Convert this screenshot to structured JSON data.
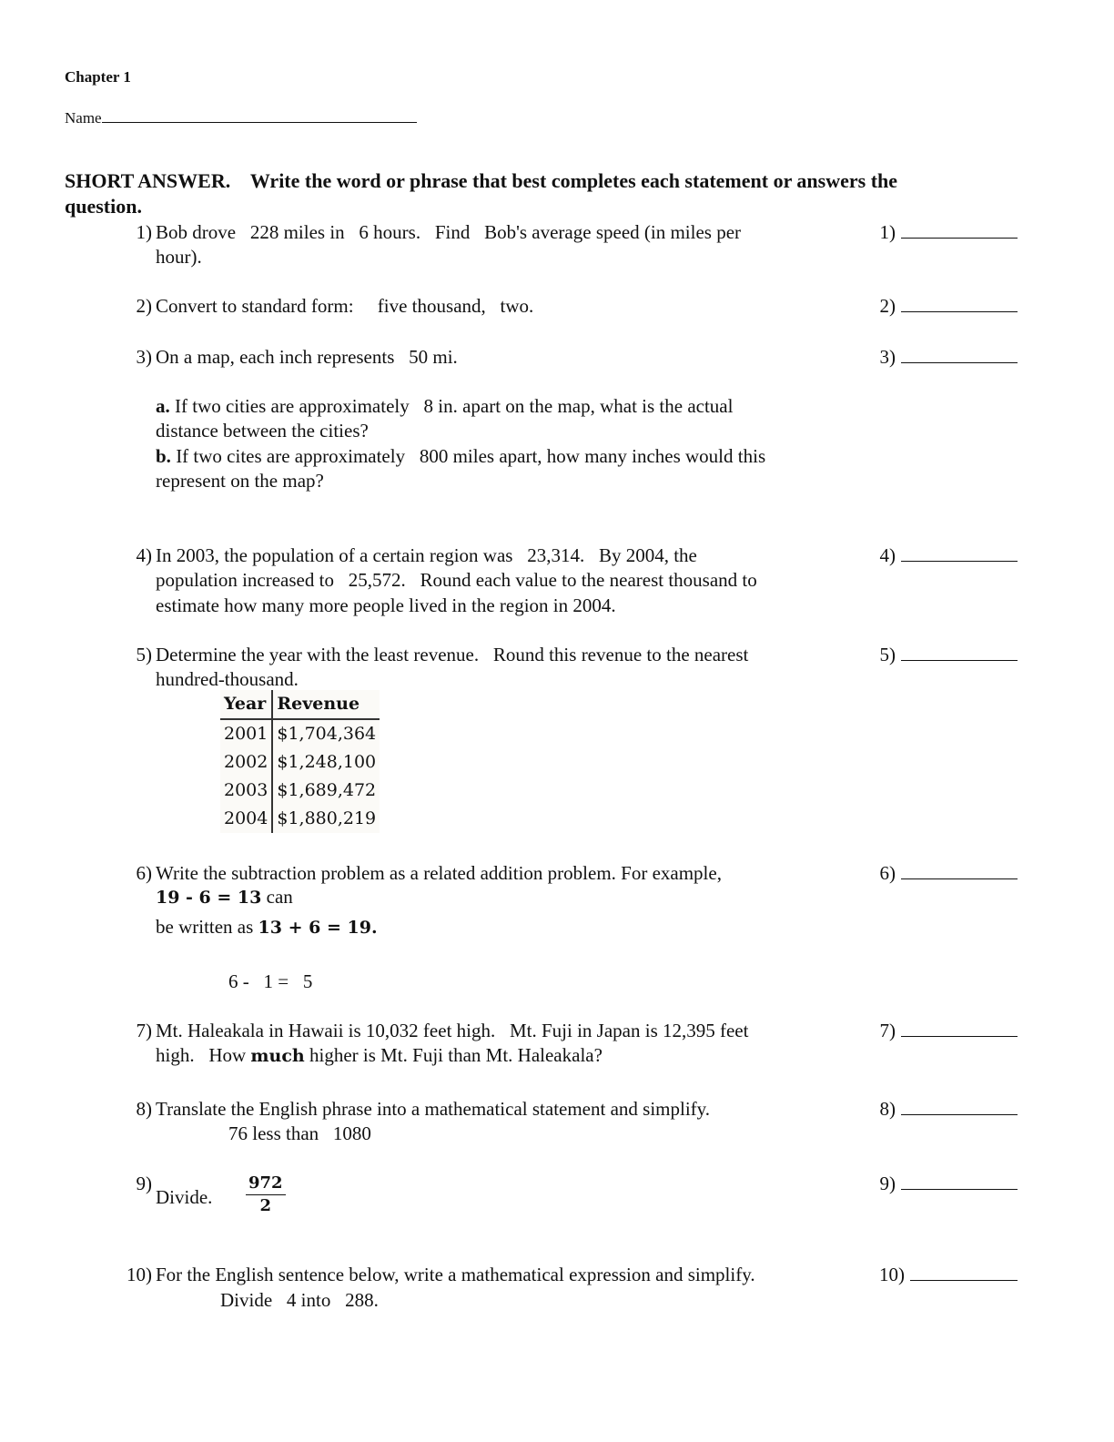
{
  "header": {
    "chapter": "Chapter 1",
    "name_label": "Name"
  },
  "section": {
    "heading_bold": "SHORT ANSWER.",
    "instructions_1": "Write the word or phrase that best completes each statement or answers the",
    "instructions_2": "question."
  },
  "questions": [
    {
      "num": "1)",
      "lines": [
        "Bob drove   228 miles in   6 hours.   Find   Bob's average speed (in miles per",
        "hour)."
      ],
      "answer_label": "1)"
    },
    {
      "num": "2)",
      "lines": [
        "Convert to standard form:     five thousand,   two."
      ],
      "answer_label": "2)"
    },
    {
      "num": "3)",
      "lines": [
        "On a map, each inch represents   50 mi."
      ],
      "answer_label": "3)",
      "a_label": "a.",
      "a_lines": [
        "If two cities are approximately   8 in. apart on the map, what is the actual",
        "distance between the cities?"
      ],
      "b_label": "b.",
      "b_lines": [
        "If two cites are approximately   800 miles apart, how many inches would this",
        "represent on the map?"
      ]
    },
    {
      "num": "4)",
      "lines": [
        "In 2003, the population of a certain region was   23,314.   By 2004, the",
        "population increased to   25,572.   Round each value to the nearest thousand to",
        "estimate how many more people lived in the region in 2004."
      ],
      "answer_label": "4)"
    },
    {
      "num": "5)",
      "lines": [
        "Determine the year with the least revenue.   Round this revenue to the nearest",
        "hundred-thousand."
      ],
      "answer_label": "5)",
      "table": {
        "headers": [
          "Year",
          "Revenue"
        ],
        "rows": [
          [
            "2001",
            "$1,704,364"
          ],
          [
            "2002",
            "$1,248,100"
          ],
          [
            "2003",
            "$1,689,472"
          ],
          [
            "2004",
            "$1,880,219"
          ]
        ]
      }
    },
    {
      "num": "6)",
      "lines": [
        "Write the subtraction problem as a related addition problem. For example,"
      ],
      "example_eq": "19 - 6 = 13",
      "can": "can",
      "written_as": "be written as",
      "example_add": "13 + 6 = 19.",
      "problem": "6 -   1 =   5",
      "answer_label": "6)"
    },
    {
      "num": "7)",
      "lines": [
        "Mt. Haleakala in Hawaii is 10,032 feet high.   Mt. Fuji in Japan is 12,395 feet"
      ],
      "line2_a": "high.   How",
      "line2_bold": "much",
      "line2_b": "higher is Mt. Fuji than Mt. Haleakala?",
      "answer_label": "7)"
    },
    {
      "num": "8)",
      "lines": [
        "Translate the English phrase into a mathematical statement and simplify.",
        "76 less than   1080"
      ],
      "answer_label": "8)"
    },
    {
      "num": "9)",
      "lines": [
        "Divide."
      ],
      "numerator": "972",
      "denominator": "2",
      "answer_label": "9)"
    },
    {
      "num": "10)",
      "lines": [
        "For the English sentence below, write a mathematical expression and simplify.",
        "Divide   4 into   288."
      ],
      "answer_label": "10)"
    }
  ]
}
